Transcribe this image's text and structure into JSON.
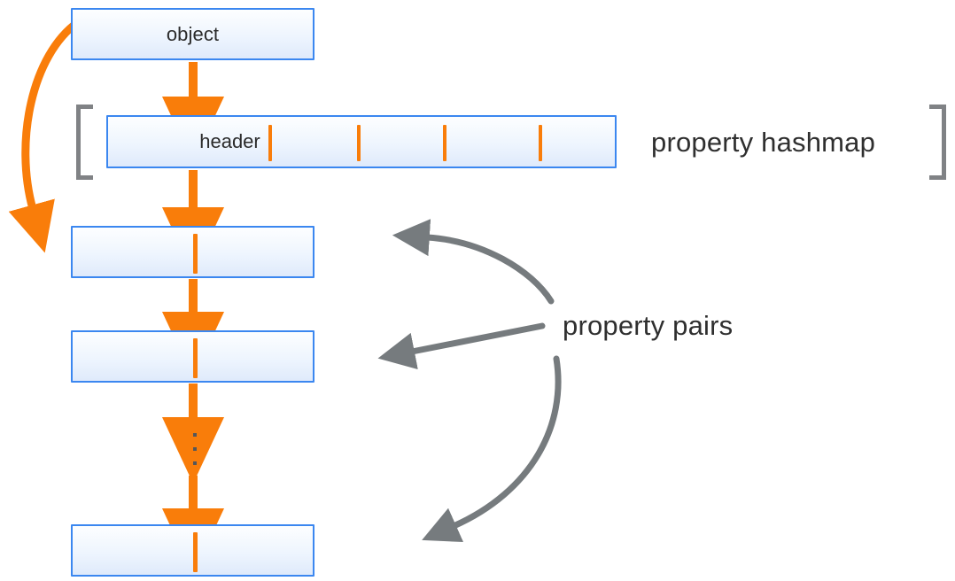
{
  "diagram": {
    "title": "object property hashmap and property pairs",
    "colors": {
      "box_border": "#3b87f0",
      "box_fill_top": "#fdfeff",
      "box_fill_bottom": "#dfeafb",
      "orange": "#f97d0a",
      "gray": "#808285",
      "text": "#2f2f2f"
    },
    "object_box": {
      "label": "object"
    },
    "header_row": {
      "label": "header",
      "slot_count": 4
    },
    "labels": {
      "property_hashmap": "property hashmap",
      "property_pairs": "property pairs"
    },
    "property_pairs": [
      {
        "label": ""
      },
      {
        "label": ""
      },
      {
        "label": ""
      }
    ],
    "ellipsis": "⋮",
    "brackets": {
      "left": "[",
      "right": "]"
    }
  }
}
